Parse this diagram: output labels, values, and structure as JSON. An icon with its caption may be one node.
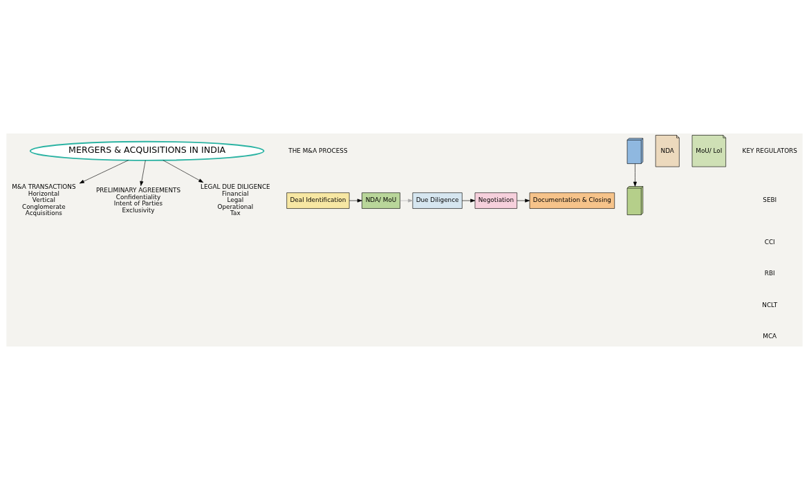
{
  "diagram": {
    "nodes": [
      {
        "text": [
          "MERGERS & ACQUISITIONS IN INDIA"
        ]
      },
      {
        "text": [
          "M&A TRANSACTIONS",
          "Horizontal",
          "Vertical",
          "Conglomerate",
          "Acquisitions"
        ]
      },
      {
        "text": [],
        "shape": "picture"
      },
      {
        "text": [],
        "shape": "picture"
      },
      {
        "text": [
          "PRELIMINARY AGREEMENTS",
          "Confidentiality",
          "Intent of Parties",
          "Exclusivity"
        ]
      },
      {
        "text": [
          "NDA"
        ]
      },
      {
        "text": [
          "MoU/ LoI"
        ]
      },
      {
        "text": [
          "LEGAL DUE DILIGENCE",
          "Financial",
          "Legal",
          "Operational",
          "Tax"
        ]
      },
      {
        "text": [
          "Deal Identification"
        ]
      },
      {
        "text": [
          "NDA/ MoU"
        ]
      },
      {
        "text": [
          "Due Diligence"
        ]
      },
      {
        "text": [
          "Negotiation"
        ]
      },
      {
        "text": [
          "Documentation & Closing"
        ]
      }
    ],
    "edges": [
      {
        "from": 0,
        "to": 1,
        "arrow": "to"
      },
      {
        "from": 0,
        "to": 4,
        "arrow": "to"
      },
      {
        "from": 0,
        "to": 7,
        "arrow": "to"
      },
      {
        "from": 2,
        "to": 3,
        "arrow": "to"
      },
      {
        "from": 8,
        "to": 9,
        "arrow": "to"
      },
      {
        "from": 9,
        "to": 10,
        "arrow": "to",
        "color": "#aaaaaa"
      },
      {
        "from": 10,
        "to": 11,
        "arrow": "to"
      },
      {
        "from": 11,
        "to": 12,
        "arrow": "to"
      }
    ],
    "labels": [
      "KEY REGULATORS",
      "SEBI",
      "CCI",
      "RBI",
      "NCLT",
      "MCA",
      "THE M&A PROCESS"
    ]
  }
}
